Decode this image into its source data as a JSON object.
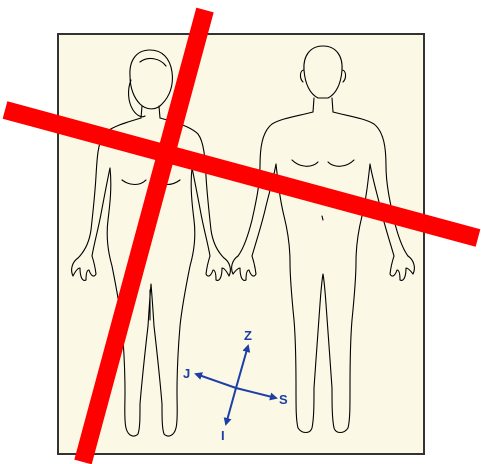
{
  "colors": {
    "panel_fill": "#fbf8e5",
    "panel_border": "#333333",
    "figure_outline": "#000000",
    "slash_lines": "#ff0000",
    "axis_arrows": "#1c3fa6"
  },
  "figures": [
    {
      "name": "female-figure-outline"
    },
    {
      "name": "male-figure-outline"
    }
  ],
  "axes": {
    "up_label": "Z",
    "down_label": "I",
    "left_label": "J",
    "right_label": "S"
  }
}
